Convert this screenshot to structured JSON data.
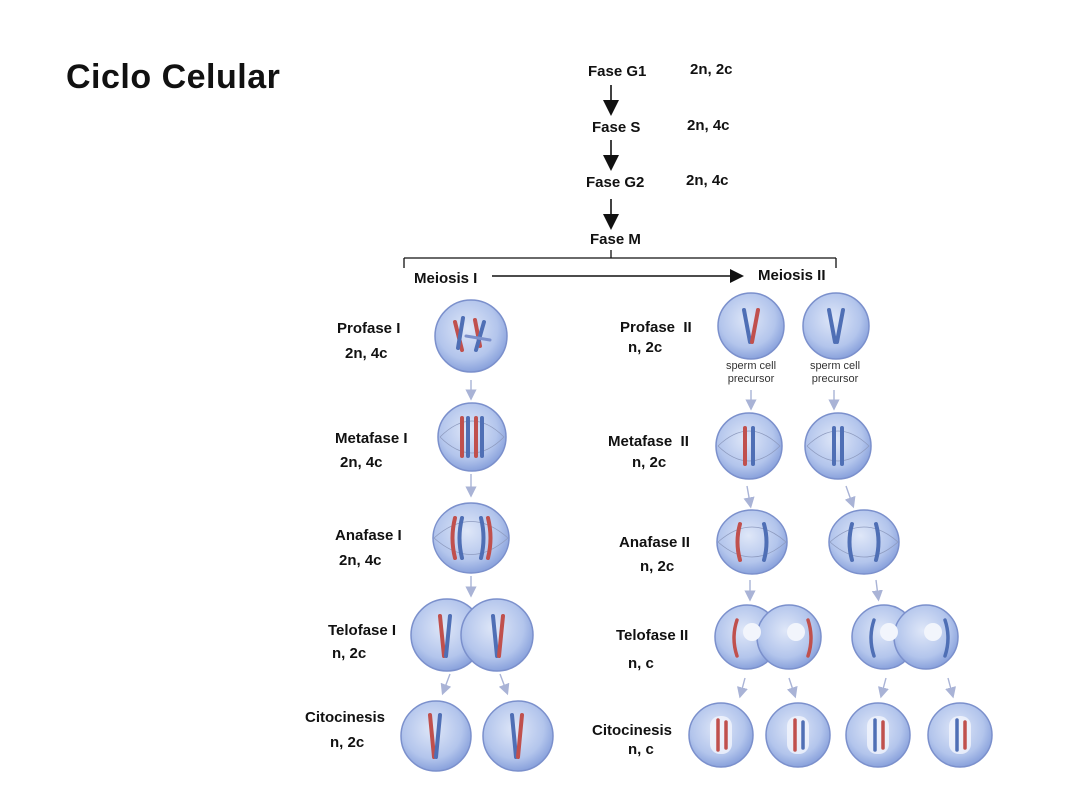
{
  "title": "Ciclo Celular",
  "interphase": [
    {
      "phase": "Fase G1",
      "ploidy": "2n, 2c"
    },
    {
      "phase": "Fase S",
      "ploidy": "2n, 4c"
    },
    {
      "phase": "Fase G2",
      "ploidy": "2n, 4c"
    }
  ],
  "fase_m": "Fase M",
  "meiosis1": {
    "label": "Meiosis I",
    "stages": [
      {
        "name": "Profase I",
        "ploidy": "2n, 4c"
      },
      {
        "name": "Metafase I",
        "ploidy": "2n, 4c"
      },
      {
        "name": "Anafase I",
        "ploidy": "2n, 4c"
      },
      {
        "name": "Telofase I",
        "ploidy": "n, 2c"
      },
      {
        "name": "Citocinesis",
        "ploidy": "n, 2c"
      }
    ]
  },
  "meiosis2": {
    "label": "Meiosis II",
    "stages": [
      {
        "name": "Profase  II",
        "ploidy": "n, 2c"
      },
      {
        "name": "Metafase  II",
        "ploidy": "n, 2c"
      },
      {
        "name": "Anafase II",
        "ploidy": "n, 2c"
      },
      {
        "name": "Telofase II",
        "ploidy": "n, c"
      },
      {
        "name": "Citocinesis",
        "ploidy": "n, c"
      }
    ],
    "cell_caption_line1": "sperm cell",
    "cell_caption_line2": "precursor"
  },
  "colors": {
    "cell_fill": "#a9bde6",
    "cell_edge": "#6f86c7",
    "chrom_red": "#c0504d",
    "chrom_blue": "#4f6fb5",
    "arrow": "#a9b3d6"
  }
}
